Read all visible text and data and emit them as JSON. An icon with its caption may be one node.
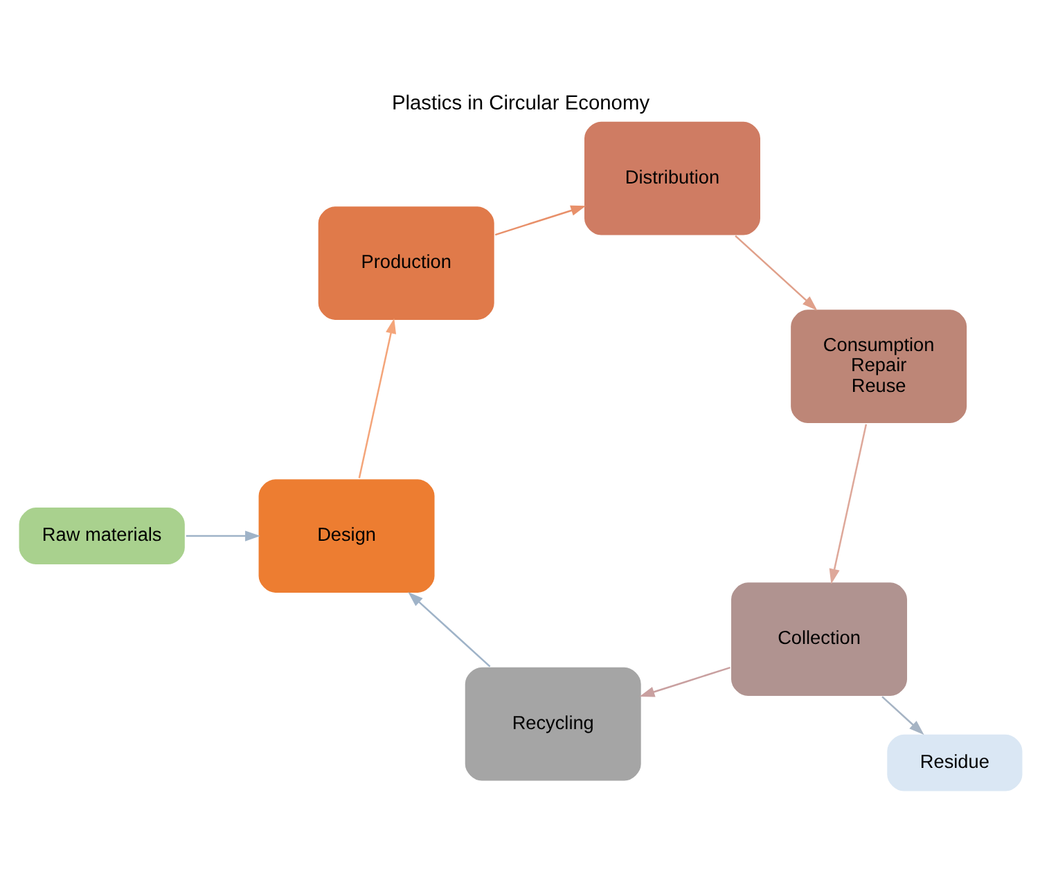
{
  "diagram": {
    "title": "Plastics in Circular Economy",
    "nodes": [
      {
        "text": [
          "Raw materials"
        ]
      },
      {
        "text": [
          "Design"
        ]
      },
      {
        "text": [
          "Production"
        ]
      },
      {
        "text": [
          "Distribution"
        ]
      },
      {
        "text": [
          "Consumption",
          "Repair",
          "Reuse"
        ]
      },
      {
        "text": [
          "Collection"
        ]
      },
      {
        "text": [
          "Recycling"
        ]
      },
      {
        "text": [
          "Residue"
        ]
      }
    ],
    "edges": [
      {
        "from": 0,
        "to": 1,
        "arrow": "to",
        "color": "#9fb3c8"
      },
      {
        "from": 1,
        "to": 2,
        "arrow": "to",
        "color": "#f4a57a"
      },
      {
        "from": 2,
        "to": 3,
        "arrow": "to",
        "color": "#e8906a"
      },
      {
        "from": 3,
        "to": 4,
        "arrow": "to",
        "color": "#e0a08a"
      },
      {
        "from": 4,
        "to": 5,
        "arrow": "to",
        "color": "#dea89a"
      },
      {
        "from": 5,
        "to": 6,
        "arrow": "to",
        "color": "#c9a0a0"
      },
      {
        "from": 6,
        "to": 1,
        "arrow": "to",
        "color": "#9fb3c8"
      },
      {
        "from": 5,
        "to": 7,
        "arrow": "to",
        "color": "#a6b4c4"
      }
    ]
  }
}
